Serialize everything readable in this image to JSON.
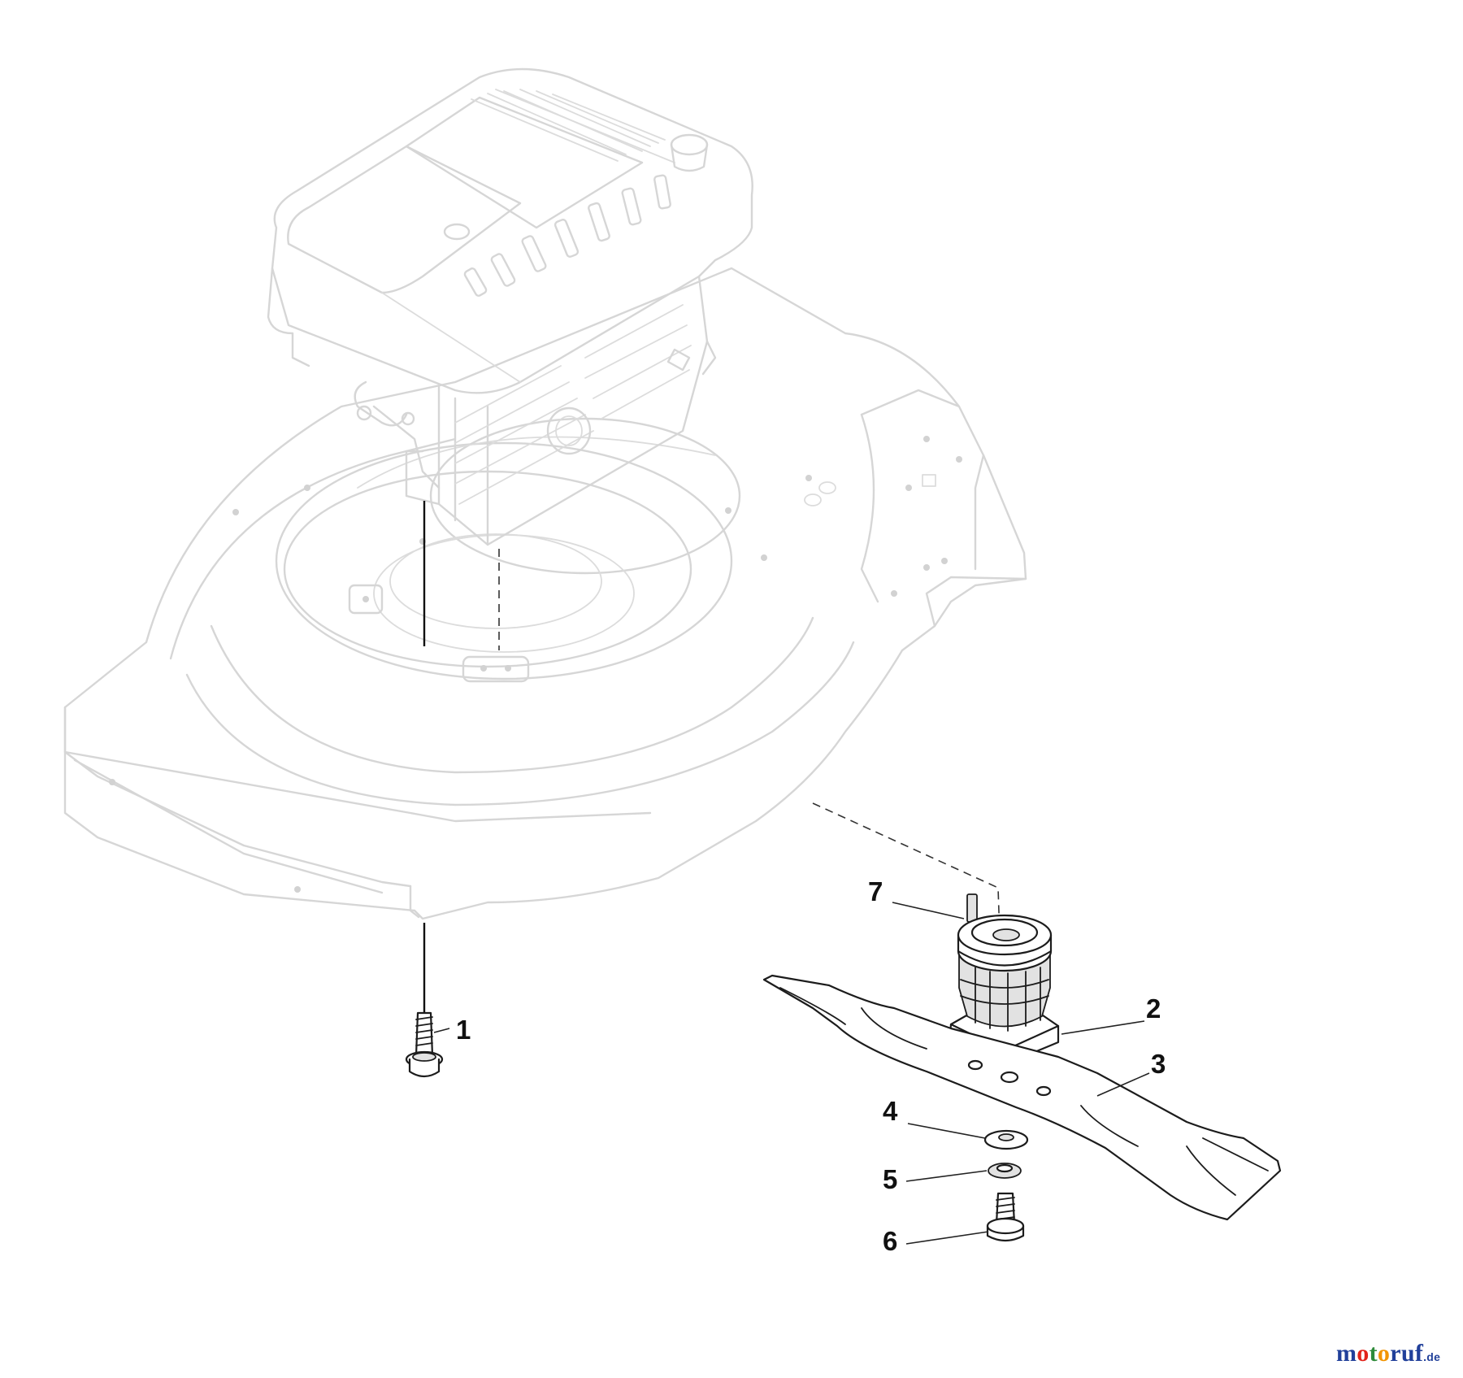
{
  "parts": [
    {
      "number": "1"
    },
    {
      "number": "2"
    },
    {
      "number": "3"
    },
    {
      "number": "4"
    },
    {
      "number": "5"
    },
    {
      "number": "6"
    },
    {
      "number": "7"
    }
  ],
  "watermark": {
    "seg1": "m",
    "seg2": "o",
    "seg3": "t",
    "seg4": "o",
    "seg5": "ruf",
    "tld": ".de"
  }
}
